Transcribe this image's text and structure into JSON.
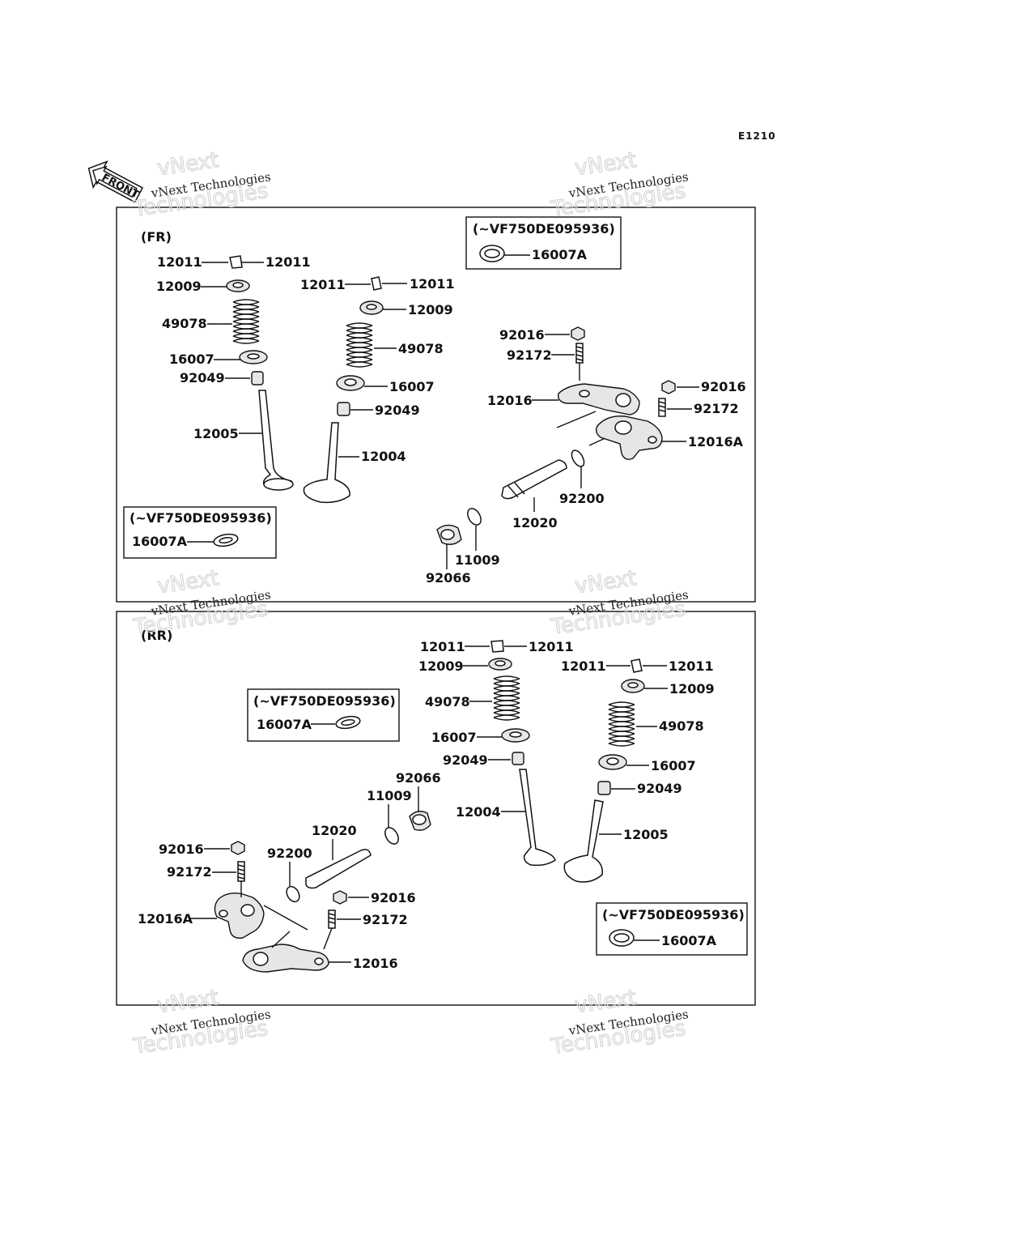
{
  "diagram_code": "E1210",
  "front_label": "FRONT",
  "watermark": {
    "line1": "vNext Technologies",
    "line2": "vNext Technologies"
  },
  "sections": {
    "fr": {
      "title": "(FR)",
      "variant_box_top": {
        "title": "(~VF750DE095936)",
        "part": "16007A"
      },
      "variant_box_bottom": {
        "title": "(~VF750DE095936)",
        "part": "16007A"
      },
      "labels": {
        "a_12011_l": "12011",
        "a_12011_r": "12011",
        "a_12009": "12009",
        "a_49078": "49078",
        "a_16007": "16007",
        "a_92049": "92049",
        "a_12005": "12005",
        "b_12011_l": "12011",
        "b_12011_r": "12011",
        "b_12009": "12009",
        "b_49078": "49078",
        "b_16007": "16007",
        "b_92049": "92049",
        "b_12004": "12004",
        "r_92016_a": "92016",
        "r_92172_a": "92172",
        "r_12016": "12016",
        "r_92016_b": "92016",
        "r_92172_b": "92172",
        "r_12016A": "12016A",
        "r_92200": "92200",
        "r_12020": "12020",
        "r_11009": "11009",
        "r_92066": "92066"
      }
    },
    "rr": {
      "title": "(RR)",
      "variant_box_mid": {
        "title": "(~VF750DE095936)",
        "part": "16007A"
      },
      "variant_box_br": {
        "title": "(~VF750DE095936)",
        "part": "16007A"
      },
      "labels": {
        "a_12011_l": "12011",
        "a_12011_r": "12011",
        "a_12009": "12009",
        "a_49078": "49078",
        "a_16007": "16007",
        "a_92049": "92049",
        "a_12004": "12004",
        "b_12011_l": "12011",
        "b_12011_r": "12011",
        "b_12009": "12009",
        "b_49078": "49078",
        "b_16007": "16007",
        "b_92049": "92049",
        "b_12005": "12005",
        "r_92066": "92066",
        "r_11009": "11009",
        "r_12020": "12020",
        "r_92016_a": "92016",
        "r_92200": "92200",
        "r_92172_a": "92172",
        "r_92016_b": "92016",
        "r_12016A": "12016A",
        "r_92172_b": "92172",
        "r_12016": "12016"
      }
    }
  }
}
